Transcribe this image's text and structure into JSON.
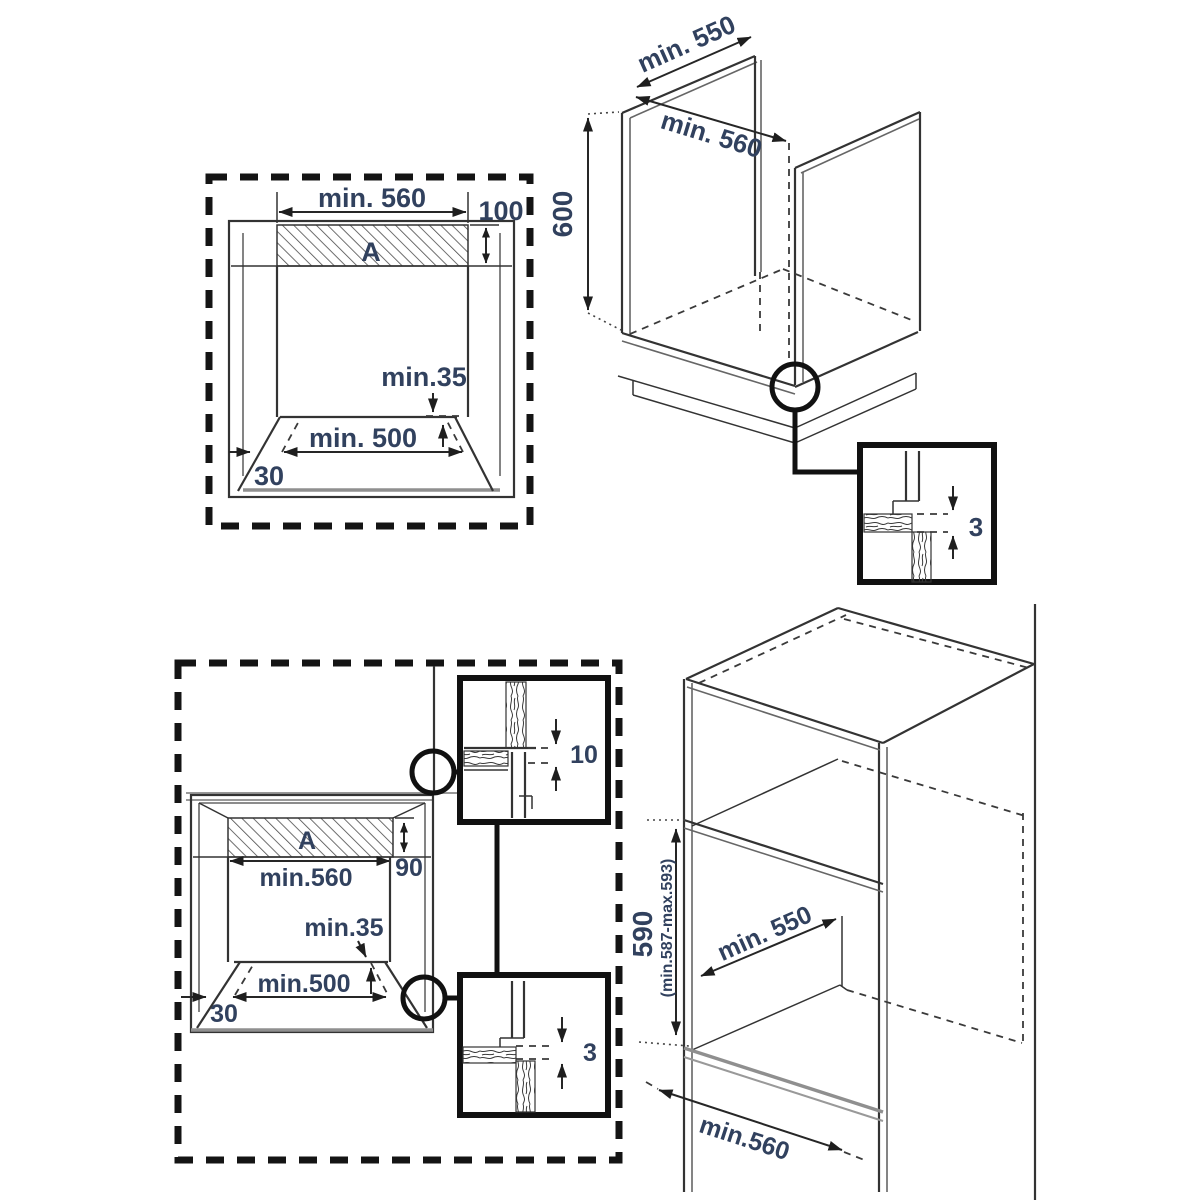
{
  "doc": {
    "title": "Built-in oven cabinet installation dimensions",
    "accent_text_color": "#31415e",
    "line_color": "#333333",
    "background": "#ffffff"
  },
  "panels": {
    "top_left": {
      "description": "Front view of 600mm-high building-in niche (dashed outline)",
      "labels": {
        "top_width": "min. 560",
        "vent_height": "100",
        "vent_band": "A",
        "rear_gap": "min.35",
        "floor_depth": "min. 500",
        "side_clearance": "30"
      }
    },
    "top_right": {
      "description": "Isometric view of under-counter base cabinet",
      "labels": {
        "depth": "min. 550",
        "total_depth": "min. 560",
        "height": "600",
        "detail_gap": "3"
      }
    },
    "bottom_left": {
      "description": "Front view of compact niche with top and bottom gap details (dashed outline)",
      "labels": {
        "vent_band": "A",
        "top_width": "min.560",
        "vent_height": "90",
        "rear_gap": "min.35",
        "floor_depth": "min.500",
        "side_clearance": "30",
        "detail_top_gap": "10",
        "detail_bottom_gap": "3"
      }
    },
    "bottom_right": {
      "description": "Isometric view of tall column cabinet niche",
      "labels": {
        "niche_height": "590",
        "niche_height_range": "(min.587-max.593)",
        "depth": "min. 550",
        "bottom_depth": "min.560"
      }
    }
  }
}
